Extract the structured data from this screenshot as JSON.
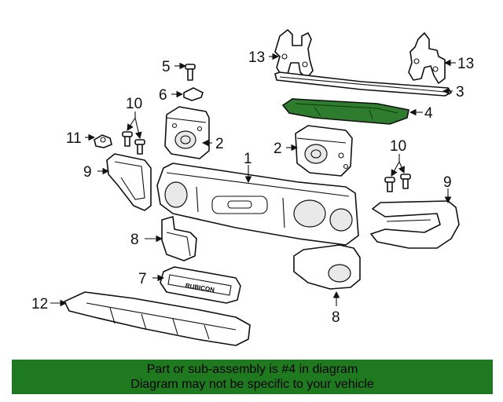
{
  "colors": {
    "highlight_part": "#2e7d2e",
    "banner_background": "#1f7a1f",
    "line": "#111111"
  },
  "callouts": [
    {
      "id": "c13a",
      "label": "13"
    },
    {
      "id": "c13b",
      "label": "13"
    },
    {
      "id": "c5",
      "label": "5"
    },
    {
      "id": "c3",
      "label": "3"
    },
    {
      "id": "c6",
      "label": "6"
    },
    {
      "id": "c4",
      "label": "4"
    },
    {
      "id": "c10a",
      "label": "10"
    },
    {
      "id": "c2a",
      "label": "2"
    },
    {
      "id": "c2b",
      "label": "2"
    },
    {
      "id": "c11",
      "label": "11"
    },
    {
      "id": "c10b",
      "label": "10"
    },
    {
      "id": "c1",
      "label": "1"
    },
    {
      "id": "c9a",
      "label": "9"
    },
    {
      "id": "c9b",
      "label": "9"
    },
    {
      "id": "c8a",
      "label": "8"
    },
    {
      "id": "c7",
      "label": "7"
    },
    {
      "id": "c12",
      "label": "12"
    },
    {
      "id": "c8b",
      "label": "8"
    }
  ],
  "badge_text": "RUBICON",
  "banner": {
    "line1": "Part or sub-assembly is #4 in diagram",
    "line2": "Diagram may not be specific to your vehicle"
  }
}
